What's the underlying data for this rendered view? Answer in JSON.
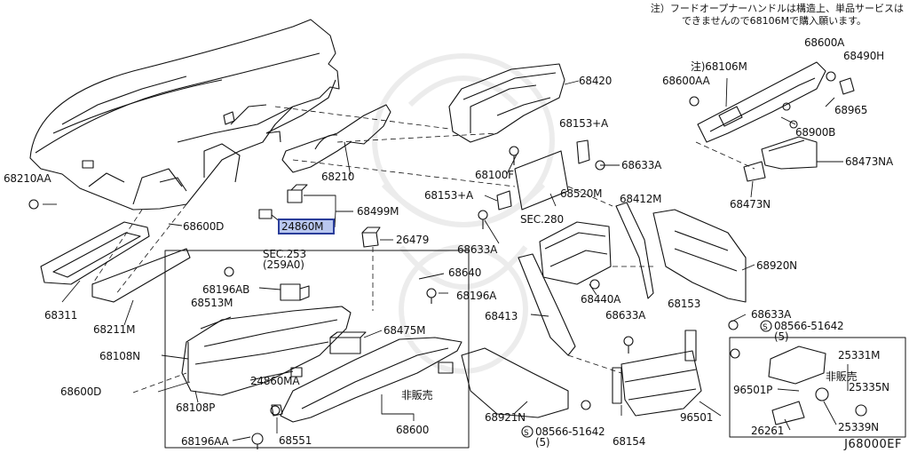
{
  "diagram_id": "J68000EF",
  "note": {
    "line1": "注）フードオープナーハンドルは構造上、単品サービスは",
    "line2": "できませんので68106Mで購入願います。"
  },
  "parts": {
    "p68420": "68420",
    "p68210": "68210",
    "p68210AA": "68210AA",
    "p68499M": "68499M",
    "p24860M": "24860M",
    "p68600D_a": "68600D",
    "p26479": "26479",
    "p68311": "68311",
    "p68211M": "68211M",
    "p68640": "68640",
    "p68196A": "68196A",
    "sec253": "SEC.253",
    "sec253b": "(259A0)",
    "p68196AB": "68196AB",
    "p68513M": "68513M",
    "p68108N": "68108N",
    "p68475M": "68475M",
    "p24860MA": "24860MA",
    "p68600D_b": "68600D",
    "p68108P": "68108P",
    "hibanbai1": "非販売",
    "p68600": "68600",
    "p68551": "68551",
    "p68196AA": "68196AA",
    "p68100F": "68100F",
    "p68153A_a": "68153+A",
    "p68153A_b": "68153+A",
    "p68633A_a": "68633A",
    "p68633A_b": "68633A",
    "p68633A_c": "68633A",
    "p68633A_d": "68633A",
    "p68520M": "68520M",
    "sec280": "SEC.280",
    "p68412M": "68412M",
    "p68920N": "68920N",
    "p68440A": "68440A",
    "p68413": "68413",
    "p68153": "68153",
    "p08566_a": "08566-51642",
    "qty_a": "(5)",
    "p08566_b": "08566-51642",
    "qty_b": "(5)",
    "p68921N": "68921N",
    "p68154": "68154",
    "p96501": "96501",
    "p25331M": "25331M",
    "hibanbai2": "非販売",
    "p25335N": "25335N",
    "p96501P": "96501P",
    "p25339N": "25339N",
    "p26261": "26261",
    "p68106M": "注)68106M",
    "p68600A_a": "68600A",
    "p68600AA": "68600AA",
    "p68490H": "68490H",
    "p68965": "68965",
    "p68900B": "68900B",
    "p68473NA": "68473NA",
    "p68473N": "68473N"
  }
}
